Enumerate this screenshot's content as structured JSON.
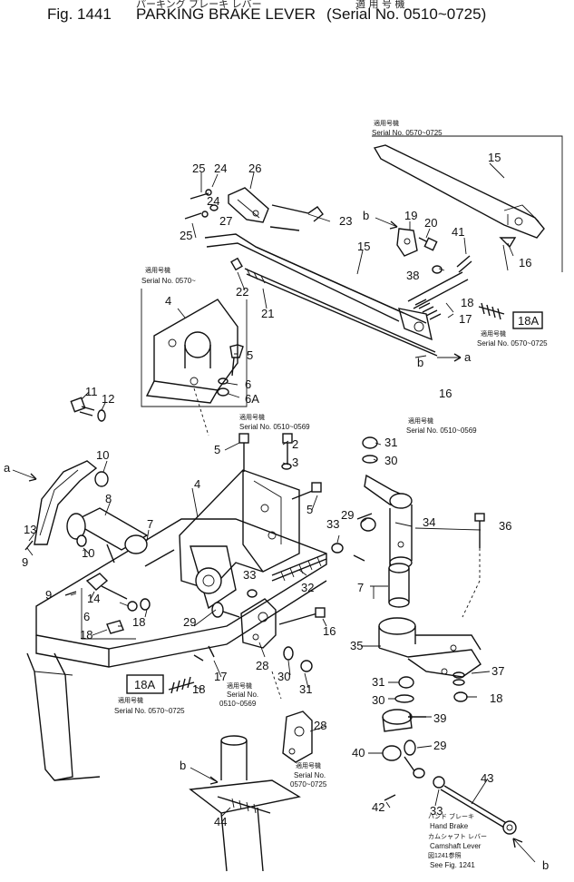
{
  "header": {
    "figure": "Fig. 1441",
    "title": "PARKING BRAKE LEVER",
    "serial": "(Serial No. 0510~0725)",
    "jp_title": "パーキング ブレーキ レバー",
    "jp_applicable": "適 用 号 機"
  },
  "notes": {
    "top_right": {
      "jp": "適用号機",
      "text": "Serial No. 0570~0725"
    },
    "upper_left": {
      "jp": "適用号機",
      "text": "Serial No. 0570~"
    },
    "center": {
      "jp": "適用号機",
      "text": "Serial No. 0510~0569"
    },
    "right_18a": {
      "jp": "適用号機",
      "text": "Serial No. 0570~0725"
    },
    "right_16": {
      "jp": "適用号機",
      "text": "Serial No. 0510~0569"
    },
    "lower_left_18a": {
      "jp": "適用号機",
      "text": "Serial No. 0570~0725"
    },
    "lower_center_a": {
      "jp": "適用号機",
      "text": "Serial No."
    },
    "lower_center_b": {
      "text": "0510~0569"
    },
    "bottom_28": {
      "jp": "適用号機",
      "text": "Serial No.",
      "range": "0570~0725"
    },
    "bottom_right": {
      "jp1": "ハンド ブレーキ",
      "en1": "Hand Brake",
      "jp2": "カムシャフト レバー",
      "en2": "Camshaft Lever",
      "jp3": "図1241参照",
      "en3": "See Fig. 1241"
    }
  },
  "boxes": {
    "upper": "18A",
    "lower": "18A"
  },
  "refs": {
    "a": "a",
    "b": "b"
  },
  "labels": {
    "l1": "25",
    "l2": "24",
    "l3": "26",
    "l4": "24",
    "l5": "27",
    "l6": "23",
    "l7": "25",
    "l8": "19",
    "l9": "20",
    "l10": "15",
    "l11": "41",
    "l12": "15",
    "l13": "16",
    "l14": "38",
    "l15": "22",
    "l16": "21",
    "l17": "18",
    "l18": "17",
    "l19": "4",
    "l20": "5",
    "l21": "6",
    "l22": "6A",
    "l23": "16",
    "l24": "11",
    "l25": "12",
    "l26": "5",
    "l27": "2",
    "l28": "3",
    "l29": "10",
    "l30": "4",
    "l31": "31",
    "l32": "30",
    "l33": "8",
    "l34": "7",
    "l35": "5",
    "l36": "29",
    "l37": "33",
    "l38": "34",
    "l39": "36",
    "l40": "13",
    "l41": "9",
    "l42": "10",
    "l43": "9",
    "l44": "7",
    "l45": "33",
    "l46": "32",
    "l47": "14",
    "l48": "6",
    "l49": "18",
    "l50": "18",
    "l51": "29",
    "l52": "16",
    "l53": "35",
    "l54": "28",
    "l55": "30",
    "l56": "17",
    "l57": "18",
    "l58": "31",
    "l59": "37",
    "l60": "31",
    "l61": "30",
    "l62": "18",
    "l63": "39",
    "l64": "28",
    "l65": "29",
    "l66": "40",
    "l67": "43",
    "l68": "42",
    "l69": "33",
    "l70": "44"
  }
}
